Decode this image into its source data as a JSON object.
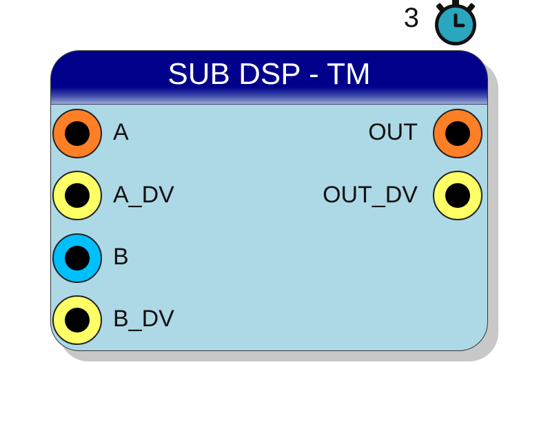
{
  "block": {
    "title": "SUB DSP - TM",
    "latency": "3"
  },
  "colors": {
    "header": "#00008b",
    "body": "#add8e6",
    "timer": "#2aa6bf",
    "port_analog": "#ff7f27",
    "port_data_valid": "#ffff66",
    "port_b": "#00bfff"
  },
  "icons": {
    "timer": "stopwatch-icon"
  },
  "inputs": [
    {
      "label": "A",
      "color": "#ff7f27"
    },
    {
      "label": "A_DV",
      "color": "#ffff66"
    },
    {
      "label": "B",
      "color": "#00bfff"
    },
    {
      "label": "B_DV",
      "color": "#ffff66"
    }
  ],
  "outputs": [
    {
      "label": "OUT",
      "color": "#ff7f27"
    },
    {
      "label": "OUT_DV",
      "color": "#ffff66"
    }
  ]
}
